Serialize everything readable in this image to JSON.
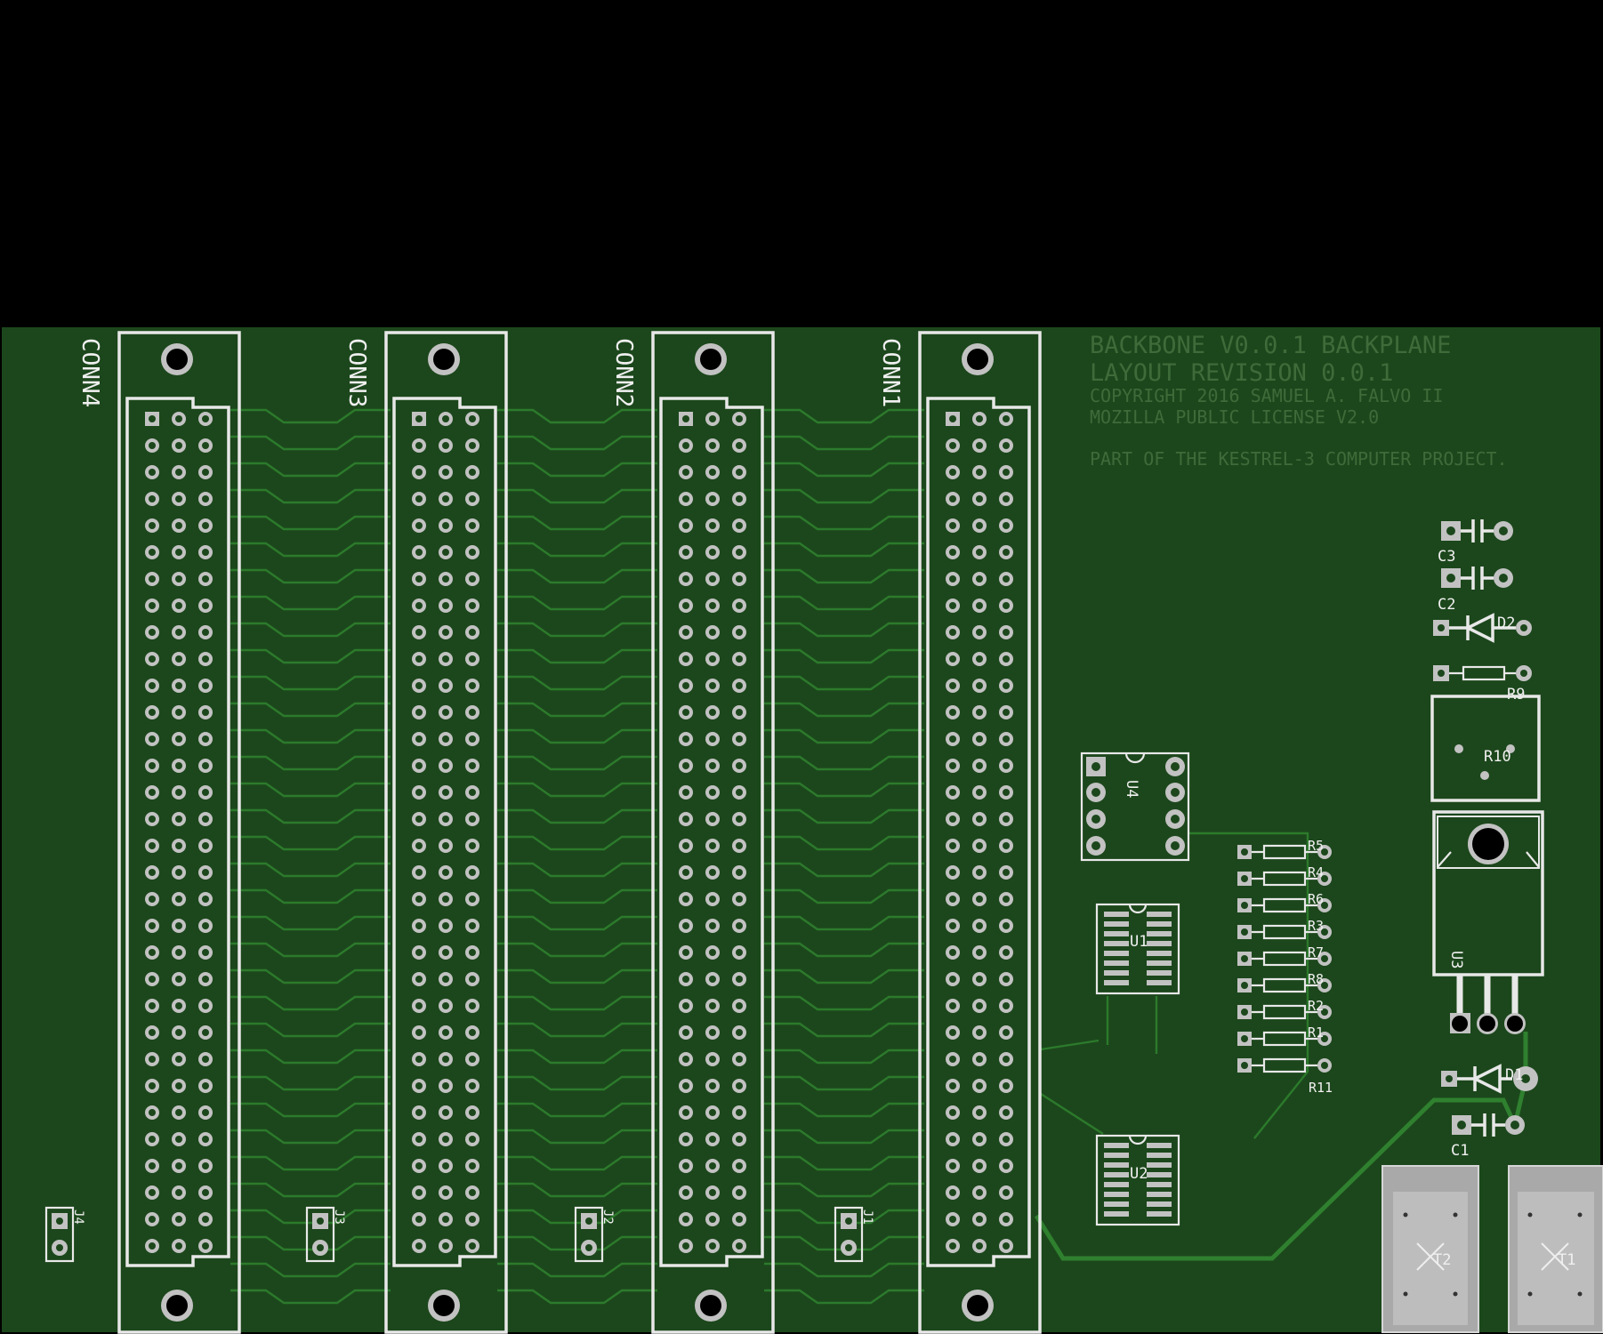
{
  "board": {
    "colors": {
      "background": "#000000",
      "substrate": "#1c471c",
      "trace": "#2c7a2c",
      "silkscreen": "#e8e8e8",
      "pad": "#c2c2c2",
      "info_text": "#3f6b3a",
      "heatsink": "#a9a9a9"
    },
    "info_text": {
      "line1": "BACKBONE V0.0.1 BACKPLANE",
      "line2": "LAYOUT REVISION 0.0.1",
      "line3": "COPYRIGHT 2016 SAMUEL A. FALVO II",
      "line4": "MOZILLA PUBLIC LICENSE V2.0",
      "line5": "PART OF THE KESTREL-3 COMPUTER PROJECT."
    },
    "connectors": [
      "CONN4",
      "CONN3",
      "CONN2",
      "CONN1"
    ],
    "connector_rows": 32,
    "connector_cols": 3,
    "jumpers": [
      "J4",
      "J3",
      "J2",
      "J1"
    ],
    "ics": {
      "u4": "U4",
      "u1": "U1",
      "u2": "U2",
      "u3": "U3"
    },
    "resistors": [
      "R5",
      "R4",
      "R6",
      "R3",
      "R7",
      "R8",
      "R2",
      "R1",
      "R11"
    ],
    "power_parts": {
      "c3": "C3",
      "c2": "C2",
      "c1": "C1",
      "d2": "D2",
      "d1": "D1",
      "r9": "R9",
      "r10": "R10",
      "t1": "T1",
      "t2": "T2"
    }
  }
}
